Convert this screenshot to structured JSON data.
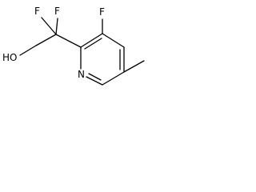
{
  "molecule": {
    "atoms": {
      "fluorine_a": "F",
      "fluorine_b": "F",
      "fluorine_ring": "F",
      "hydroxyl": "HO",
      "ring_nitrogen": "N"
    }
  },
  "colors": {
    "bond": "#000000",
    "text": "#000000",
    "background": "#ffffff"
  }
}
